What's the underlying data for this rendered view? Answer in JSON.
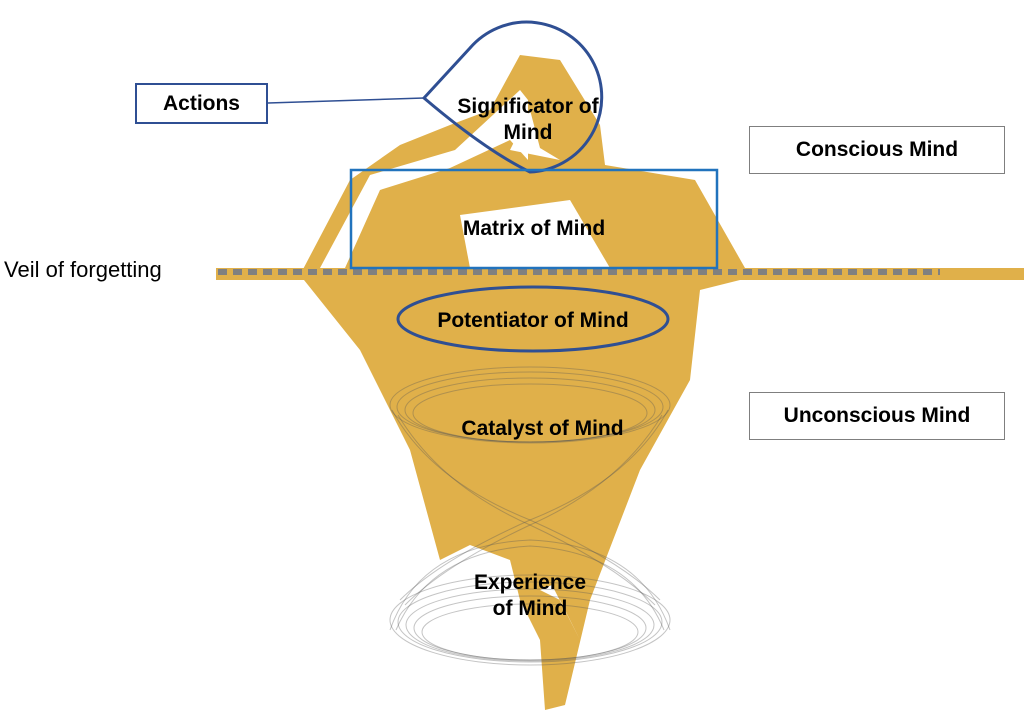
{
  "diagram": {
    "colors": {
      "gold": "#e0b04a",
      "blue": "#2f4f93",
      "bright_blue": "#2173bd",
      "veil_dash": "#808080",
      "box_border": "#7f7f7f"
    },
    "labels": {
      "actions": "Actions",
      "significator": "Significator of Mind",
      "significator_line1": "Significator of",
      "significator_line2": "Mind",
      "matrix": "Matrix of Mind",
      "veil": "Veil of forgetting",
      "potentiator": "Potentiator of Mind",
      "catalyst": "Catalyst of Mind",
      "experience_line1": "Experience",
      "experience_line2": "of Mind",
      "conscious": "Conscious Mind",
      "unconscious": "Unconscious Mind"
    }
  }
}
